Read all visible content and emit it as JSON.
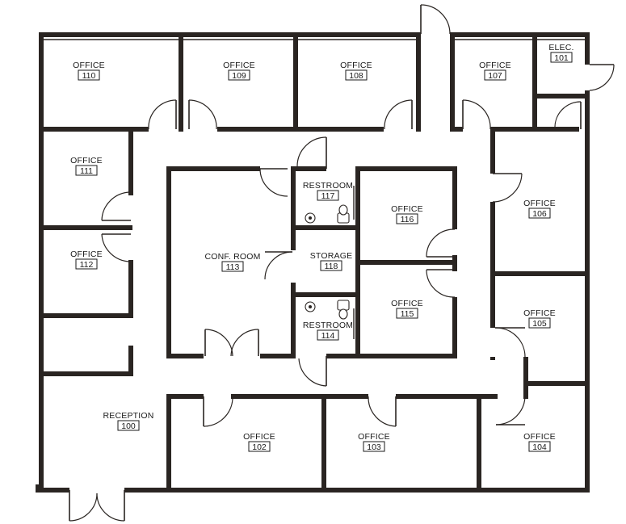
{
  "rooms": [
    {
      "key": "r110",
      "name": "OFFICE",
      "number": "110"
    },
    {
      "key": "r109",
      "name": "OFFICE",
      "number": "109"
    },
    {
      "key": "r108",
      "name": "OFFICE",
      "number": "108"
    },
    {
      "key": "r107",
      "name": "OFFICE",
      "number": "107"
    },
    {
      "key": "r101",
      "name": "ELEC.",
      "number": "101"
    },
    {
      "key": "r111",
      "name": "OFFICE",
      "number": "111"
    },
    {
      "key": "r112",
      "name": "OFFICE",
      "number": "112"
    },
    {
      "key": "r113",
      "name": "CONF. ROOM",
      "number": "113"
    },
    {
      "key": "r117",
      "name": "RESTROOM",
      "number": "117"
    },
    {
      "key": "r118",
      "name": "STORAGE",
      "number": "118"
    },
    {
      "key": "r114",
      "name": "RESTROOM",
      "number": "114"
    },
    {
      "key": "r116",
      "name": "OFFICE",
      "number": "116"
    },
    {
      "key": "r115",
      "name": "OFFICE",
      "number": "115"
    },
    {
      "key": "r106",
      "name": "OFFICE",
      "number": "106"
    },
    {
      "key": "r105",
      "name": "OFFICE",
      "number": "105"
    },
    {
      "key": "r100",
      "name": "RECEPTION",
      "number": "100"
    },
    {
      "key": "r102",
      "name": "OFFICE",
      "number": "102"
    },
    {
      "key": "r103",
      "name": "OFFICE",
      "number": "103"
    },
    {
      "key": "r104",
      "name": "OFFICE",
      "number": "104"
    }
  ]
}
